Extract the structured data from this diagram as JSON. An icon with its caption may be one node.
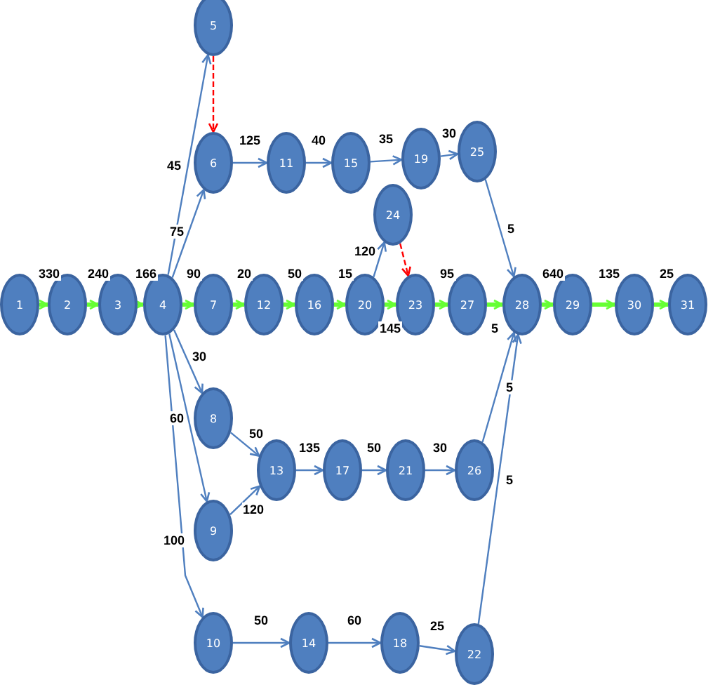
{
  "diagram": {
    "nodes": [
      {
        "text": [
          "1"
        ]
      },
      {
        "text": [
          "2"
        ]
      },
      {
        "text": [
          "3"
        ]
      },
      {
        "text": [
          "4"
        ]
      },
      {
        "text": [
          "5"
        ]
      },
      {
        "text": [
          "6"
        ]
      },
      {
        "text": [
          "7"
        ]
      },
      {
        "text": [
          "8"
        ]
      },
      {
        "text": [
          "9"
        ]
      },
      {
        "text": [
          "10"
        ]
      },
      {
        "text": [
          "11"
        ]
      },
      {
        "text": [
          "12"
        ]
      },
      {
        "text": [
          "13"
        ]
      },
      {
        "text": [
          "14"
        ]
      },
      {
        "text": [
          "15"
        ]
      },
      {
        "text": [
          "16"
        ]
      },
      {
        "text": [
          "17"
        ]
      },
      {
        "text": [
          "18"
        ]
      },
      {
        "text": [
          "19"
        ]
      },
      {
        "text": [
          "20"
        ]
      },
      {
        "text": [
          "21"
        ]
      },
      {
        "text": [
          "22"
        ]
      },
      {
        "text": [
          "23"
        ]
      },
      {
        "text": [
          "24"
        ]
      },
      {
        "text": [
          "25"
        ]
      },
      {
        "text": [
          "26"
        ]
      },
      {
        "text": [
          "27"
        ]
      },
      {
        "text": [
          "28"
        ]
      },
      {
        "text": [
          "29"
        ]
      },
      {
        "text": [
          "30"
        ]
      },
      {
        "text": [
          "31"
        ]
      }
    ],
    "edges": [
      {
        "from": 0,
        "to": 1,
        "arrow": "to",
        "label": "330",
        "style": "thick",
        "color": "#66ff33"
      },
      {
        "from": 1,
        "to": 2,
        "arrow": "to",
        "label": "240",
        "style": "thick",
        "color": "#66ff33"
      },
      {
        "from": 2,
        "to": 3,
        "arrow": "to",
        "label": "166",
        "style": "thick",
        "color": "#66ff33"
      },
      {
        "from": 3,
        "to": 4,
        "arrow": "to",
        "label": "45"
      },
      {
        "from": 3,
        "to": 5,
        "arrow": "to",
        "label": "75"
      },
      {
        "from": 4,
        "to": 5,
        "arrow": "to",
        "style": "dashed",
        "color": "#ff0000"
      },
      {
        "from": 5,
        "to": 10,
        "arrow": "to",
        "label": "125"
      },
      {
        "from": 10,
        "to": 14,
        "arrow": "to",
        "label": "40"
      },
      {
        "from": 14,
        "to": 18,
        "arrow": "to",
        "label": "35"
      },
      {
        "from": 18,
        "to": 24,
        "arrow": "to",
        "label": "30"
      },
      {
        "from": 24,
        "to": 27,
        "arrow": "to",
        "label": "5"
      },
      {
        "from": 3,
        "to": 6,
        "arrow": "to",
        "label": "90",
        "style": "thick",
        "color": "#66ff33"
      },
      {
        "from": 6,
        "to": 11,
        "arrow": "to",
        "label": "20",
        "style": "thick",
        "color": "#66ff33"
      },
      {
        "from": 11,
        "to": 15,
        "arrow": "to",
        "label": "50",
        "style": "thick",
        "color": "#66ff33"
      },
      {
        "from": 15,
        "to": 19,
        "arrow": "to",
        "label": "15",
        "style": "thick",
        "color": "#66ff33"
      },
      {
        "from": 19,
        "to": 23,
        "arrow": "to",
        "label": "120"
      },
      {
        "from": 23,
        "to": 22,
        "arrow": "to",
        "style": "dashed",
        "color": "#ff0000"
      },
      {
        "from": 19,
        "to": 22,
        "arrow": "to",
        "label": "145",
        "style": "thick",
        "color": "#66ff33"
      },
      {
        "from": 22,
        "to": 26,
        "arrow": "to",
        "label": "95",
        "style": "thick",
        "color": "#66ff33"
      },
      {
        "from": 26,
        "to": 27,
        "arrow": "to",
        "label": "5",
        "style": "thick",
        "color": "#66ff33"
      },
      {
        "from": 27,
        "to": 28,
        "arrow": "to",
        "label": "640",
        "style": "thick",
        "color": "#66ff33"
      },
      {
        "from": 28,
        "to": 29,
        "arrow": "to",
        "label": "135",
        "style": "thick",
        "color": "#66ff33"
      },
      {
        "from": 29,
        "to": 30,
        "arrow": "to",
        "label": "25",
        "style": "thick",
        "color": "#66ff33"
      },
      {
        "from": 3,
        "to": 7,
        "arrow": "to",
        "label": "30"
      },
      {
        "from": 3,
        "to": 8,
        "arrow": "to",
        "label": "60"
      },
      {
        "from": 3,
        "to": 9,
        "arrow": "to",
        "label": "100"
      },
      {
        "from": 7,
        "to": 12,
        "arrow": "to",
        "label": "50"
      },
      {
        "from": 8,
        "to": 12,
        "arrow": "to",
        "label": "120"
      },
      {
        "from": 12,
        "to": 16,
        "arrow": "to",
        "label": "135"
      },
      {
        "from": 16,
        "to": 20,
        "arrow": "to",
        "label": "50"
      },
      {
        "from": 20,
        "to": 25,
        "arrow": "to",
        "label": "30"
      },
      {
        "from": 25,
        "to": 27,
        "arrow": "to",
        "label": "5"
      },
      {
        "from": 9,
        "to": 13,
        "arrow": "to",
        "label": "50"
      },
      {
        "from": 13,
        "to": 17,
        "arrow": "to",
        "label": "60"
      },
      {
        "from": 17,
        "to": 21,
        "arrow": "to",
        "label": "25"
      },
      {
        "from": 21,
        "to": 27,
        "arrow": "to",
        "label": "5"
      }
    ]
  }
}
